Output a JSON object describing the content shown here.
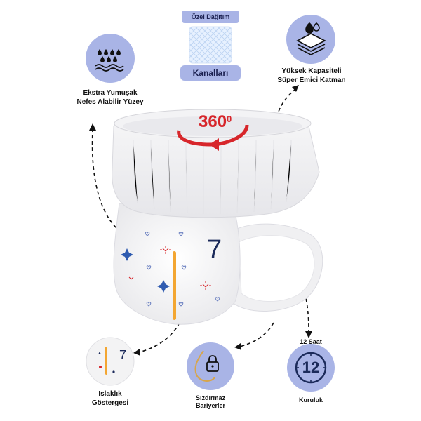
{
  "distribution": {
    "top_label": "Özel Dağıtım",
    "bottom_label": "Kanalları"
  },
  "rotation_badge": {
    "text": "360",
    "superscript": "0",
    "color": "#d7262b"
  },
  "features": [
    {
      "lines": [
        "Ekstra Yumuşak",
        "Nefes Alabilir Yüzey"
      ],
      "icon": "water-droplets-icon"
    },
    {
      "lines": [
        "Yüksek Kapasiteli",
        "Süper Emici Katman"
      ],
      "icon": "absorbent-layers-icon"
    },
    {
      "lines": [
        "Islaklık",
        "Göstergesi"
      ],
      "icon": "wetness-indicator-icon"
    },
    {
      "lines": [
        "Sızdırmaz",
        "Bariyerler"
      ],
      "icon": "leak-barrier-lock-icon"
    },
    {
      "lines": [
        "Kuruluk"
      ],
      "icon": "clock-12-icon"
    }
  ],
  "dryness_header": "12 Saat",
  "clock_number": "12",
  "size_number": "7",
  "thumb_size_number": "7",
  "colors": {
    "circle_bg": "#a9b4e6",
    "navy": "#1b2a5a",
    "indicator": "#f3a632",
    "red": "#d7262b"
  }
}
